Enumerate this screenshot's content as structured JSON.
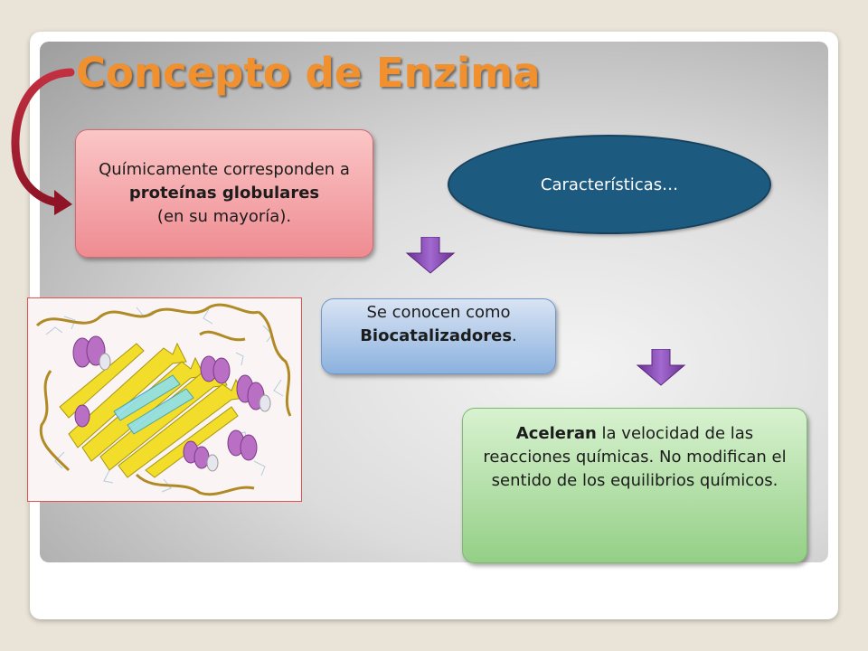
{
  "slide": {
    "title": "Concepto de Enzima",
    "box_red": {
      "line1": "Químicamente corresponden a",
      "bold": "proteínas globulares",
      "line3": "(en su mayoría)."
    },
    "oval_label": "Características…",
    "box_blue": {
      "line1": "Se conocen como",
      "bold": "Biocatalizadores",
      "tail": "."
    },
    "box_green": {
      "bold": "Aceleran",
      "rest": " la velocidad de las reacciones químicas. No modifican el sentido de los equilibrios químicos."
    }
  },
  "colors": {
    "title": "#f0902e",
    "curve_arrow": "#a51c30",
    "oval": "#1c5a80",
    "down_arrow": "#7a3fa0"
  },
  "icons": {
    "curved_arrow": "curved-arrow-icon",
    "down_arrow": "down-arrow-icon",
    "protein_image": "protein-structure-image"
  }
}
